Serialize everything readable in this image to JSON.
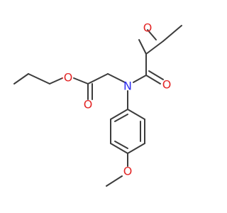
{
  "molecule": {
    "atoms": [
      {
        "key": "ester_o_single",
        "label": "O"
      },
      {
        "key": "ester_o_double",
        "label": "O"
      },
      {
        "key": "amide_n",
        "label": "N"
      },
      {
        "key": "amide_o",
        "label": "O"
      },
      {
        "key": "epoxide_o",
        "label": "O"
      },
      {
        "key": "methoxy_o",
        "label": "O"
      }
    ]
  },
  "colors": {
    "bond": "#3c3c3c",
    "oxygen": "#e32626",
    "nitrogen": "#2d2df0"
  }
}
